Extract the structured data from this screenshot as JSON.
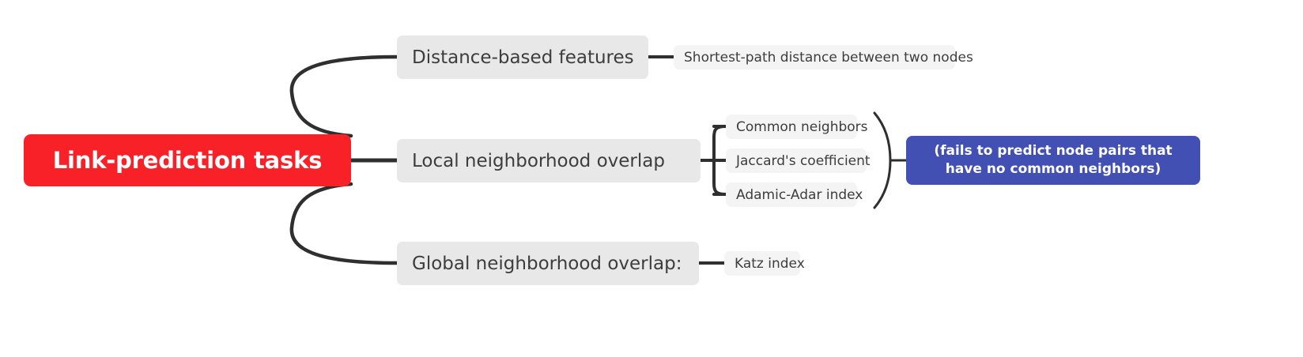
{
  "diagram": {
    "type": "mind-map",
    "title": "Link-prediction tasks",
    "background": "#ffffff",
    "colors": {
      "root_fill": "#f82128",
      "root_text": "#ffffff",
      "level1_fill": "#e8e8e8",
      "level2_fill": "#f4f4f4",
      "node_text": "#3d3d3d",
      "note_fill": "#4250b4",
      "note_text": "#ffffff",
      "edge": "#2f2f2f"
    }
  },
  "root": {
    "label": "Link-prediction tasks"
  },
  "branches": [
    {
      "label": "Distance-based features",
      "children": [
        {
          "label": "Shortest-path distance between two nodes"
        }
      ]
    },
    {
      "label": "Local neighborhood overlap",
      "children": [
        {
          "label": "Common neighbors"
        },
        {
          "label": "Jaccard's coefficient"
        },
        {
          "label": "Adamic-Adar index"
        }
      ],
      "note": "(fails to predict node pairs that have no common neighbors)"
    },
    {
      "label": "Global neighborhood overlap:",
      "children": [
        {
          "label": "Katz index"
        }
      ]
    }
  ]
}
